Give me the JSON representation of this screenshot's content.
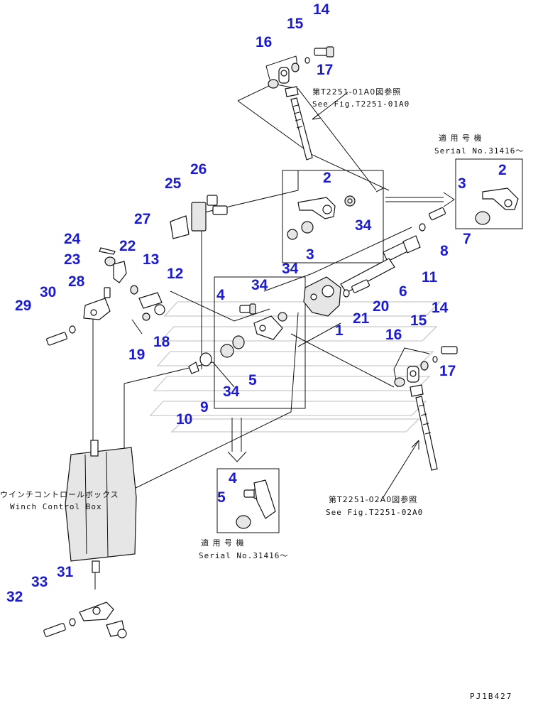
{
  "figure_code": "PJ1B427",
  "notes": {
    "ref_top_jp": "第T2251-01A0図参照",
    "ref_top_en": "See Fig.T2251-01A0",
    "ref_right_jp": "第T2251-02A0図参照",
    "ref_right_en": "See Fig.T2251-02A0",
    "serial_top_jp": "適 用 号 機",
    "serial_top_en": "Serial No.31416～",
    "serial_bottom_jp": "適 用 号 機",
    "serial_bottom_en": "Serial No.31416～",
    "winch_box_jp": "ウインチコントロールボックス",
    "winch_box_en": "Winch Control Box"
  },
  "callouts": {
    "c14a": "14",
    "c15a": "15",
    "c16a": "16",
    "c17a": "17",
    "c2a": "2",
    "c34a": "34",
    "c3a": "3",
    "c34b": "34",
    "c2b": "2",
    "c3b": "3",
    "c7": "7",
    "c8": "8",
    "c11": "11",
    "c6": "6",
    "c26": "26",
    "c25": "25",
    "c27": "27",
    "c24": "24",
    "c22": "22",
    "c23": "23",
    "c13": "13",
    "c12": "12",
    "c28": "28",
    "c30": "30",
    "c29": "29",
    "c4a": "4",
    "c34c": "34",
    "c21": "21",
    "c20": "20",
    "c1": "1",
    "c18": "18",
    "c19": "19",
    "c14b": "14",
    "c15b": "15",
    "c16b": "16",
    "c17b": "17",
    "c5a": "5",
    "c34d": "34",
    "c9": "9",
    "c10": "10",
    "c4b": "4",
    "c5b": "5",
    "c31": "31",
    "c33": "33",
    "c32": "32"
  }
}
